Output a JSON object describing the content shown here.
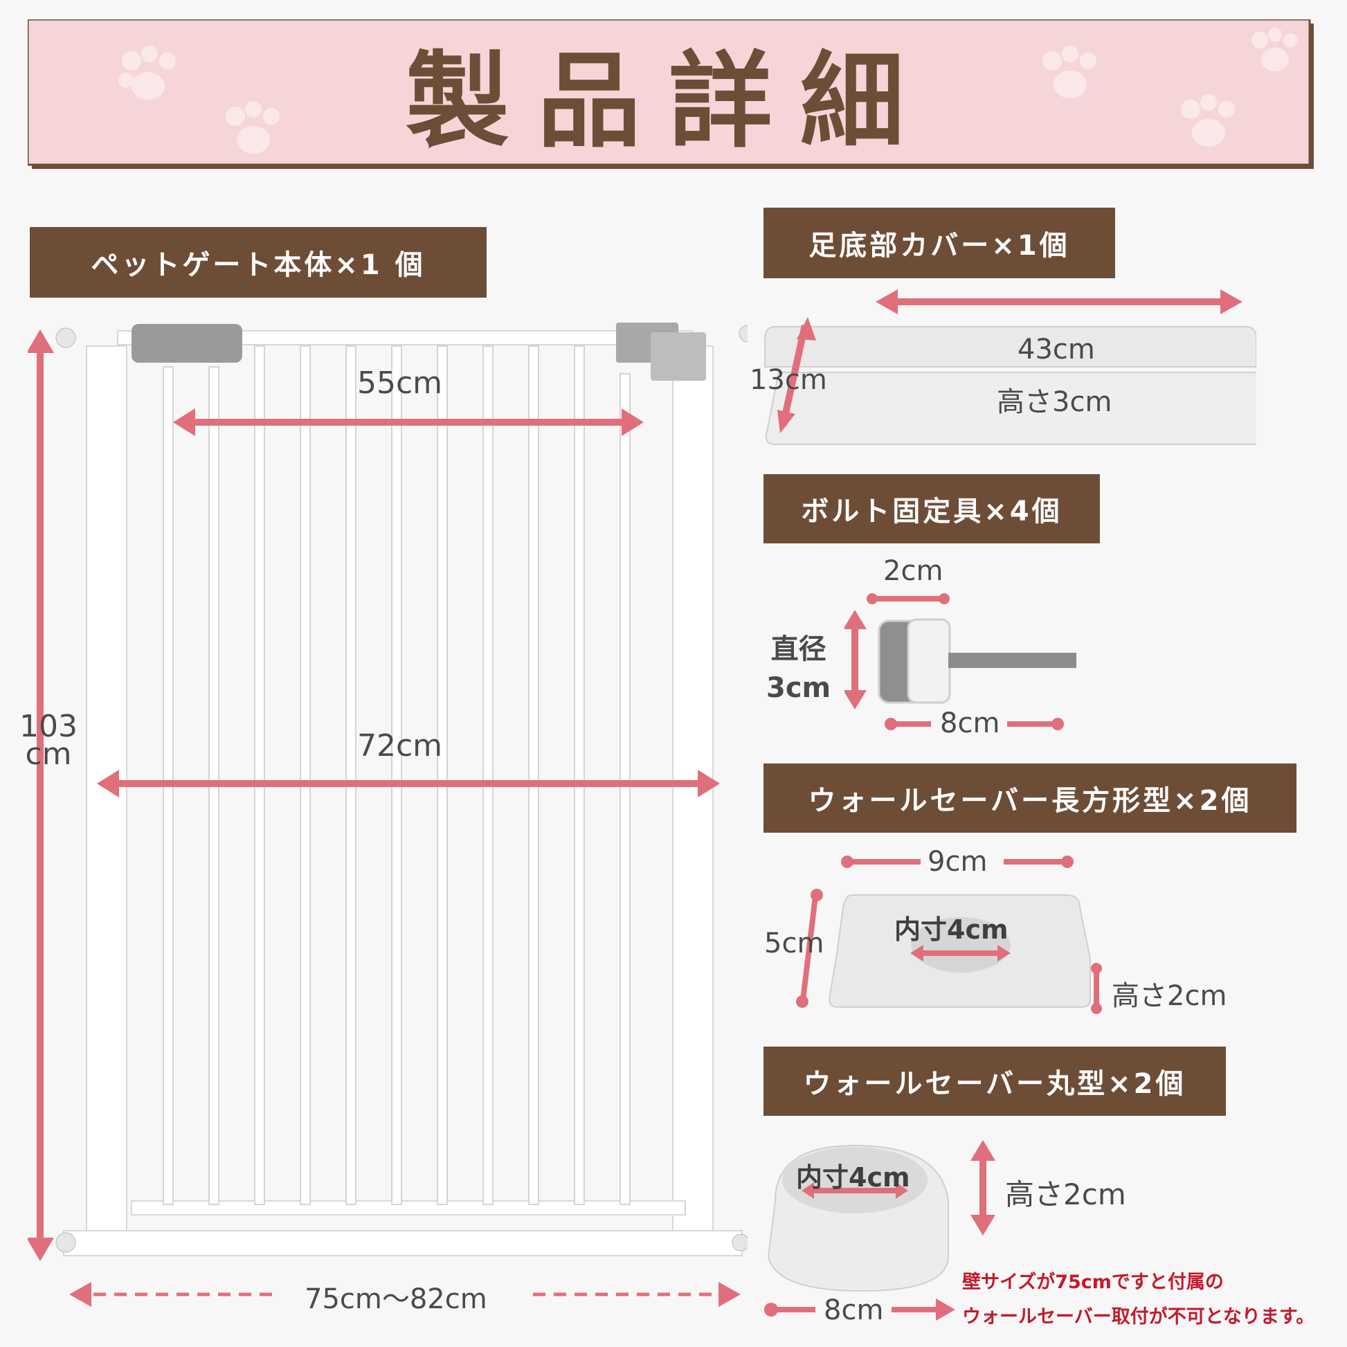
{
  "header": {
    "title": "製品詳細"
  },
  "parts": {
    "gate": {
      "label": "ペットゲート本体×1 個"
    },
    "foot_cover": {
      "label": "足底部カバー×1個"
    },
    "bolt": {
      "label": "ボルト固定具×4個"
    },
    "rect_saver": {
      "label": "ウォールセーバー長方形型×2個"
    },
    "round_saver": {
      "label": "ウォールセーバー丸型×2個"
    }
  },
  "dimensions": {
    "gate_inner_width": "55cm",
    "gate_width": "72cm",
    "gate_height_value": "103",
    "gate_height_unit": "cm",
    "gate_range": "75cm〜82cm",
    "cover_length": "43cm",
    "cover_width": "13cm",
    "cover_height": "高さ3cm",
    "bolt_head": "2cm",
    "bolt_diameter_label": "直径",
    "bolt_diameter": "3cm",
    "bolt_length": "8cm",
    "rect_width": "9cm",
    "rect_depth": "5cm",
    "rect_inner": "内寸4cm",
    "rect_height": "高さ2cm",
    "round_inner": "内寸4cm",
    "round_height": "高さ2cm",
    "round_diameter": "8cm"
  },
  "notes": {
    "line1": "壁サイズが75cmですと付属の",
    "line2": "ウォールセーバー取付が不可となります。"
  },
  "colors": {
    "banner_bg": "#f6d5d8",
    "banner_border": "#6e4d37",
    "title_text": "#6e4d37",
    "label_bg": "#6e4d37",
    "arrow": "#e06f7b",
    "note_text": "#c41a2a"
  }
}
